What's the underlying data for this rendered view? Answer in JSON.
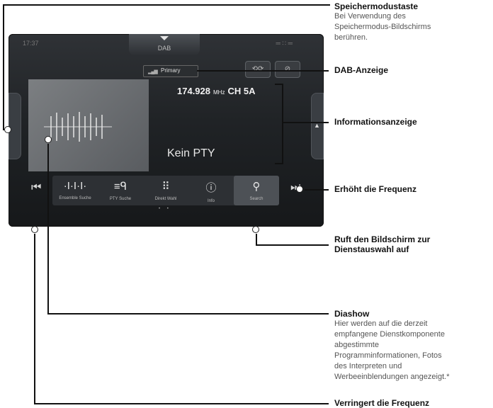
{
  "screen": {
    "top_left": "17:37",
    "top_right": "═ ∷ ═",
    "dab_title": "DAB",
    "dab_badge": "Primary",
    "frequency": "174.928",
    "mhz": "MHz",
    "channel": "CH 5A",
    "pty": "Kein PTY",
    "buttons": [
      {
        "icon": "·I·I·I·",
        "label": "Ensemble Suche"
      },
      {
        "icon": "≡ᑫ",
        "label": "PTY Suche"
      },
      {
        "icon": "⠿",
        "label": "Direkt Wahl"
      },
      {
        "icon": "ⓘ",
        "label": "Info"
      },
      {
        "icon": "⚲",
        "label": "Search"
      }
    ],
    "dots": "• •"
  },
  "callouts": {
    "memory_title": "Speichermodustaste",
    "memory_desc": [
      "Bei Verwendung des",
      "Speichermodus-Bildschirms",
      "berühren."
    ],
    "dab_indicator": "DAB-Anzeige",
    "info_display": "Informationsanzeige",
    "freq_up": "Erhöht die Frequenz",
    "service_select": [
      "Ruft den Bildschirm zur",
      "Dienstauswahl auf"
    ],
    "slideshow_title": "Diashow",
    "slideshow_desc": [
      "Hier werden auf die derzeit",
      "empfangene Dienstkomponente",
      "abgestimmte",
      "Programminformationen, Fotos",
      "des Interpreten und",
      "Werbeeinblendungen angezeigt.*"
    ],
    "freq_down": "Verringert die Frequenz"
  },
  "colors": {
    "screen_bg": "#202326",
    "callout_line": "#111111"
  }
}
